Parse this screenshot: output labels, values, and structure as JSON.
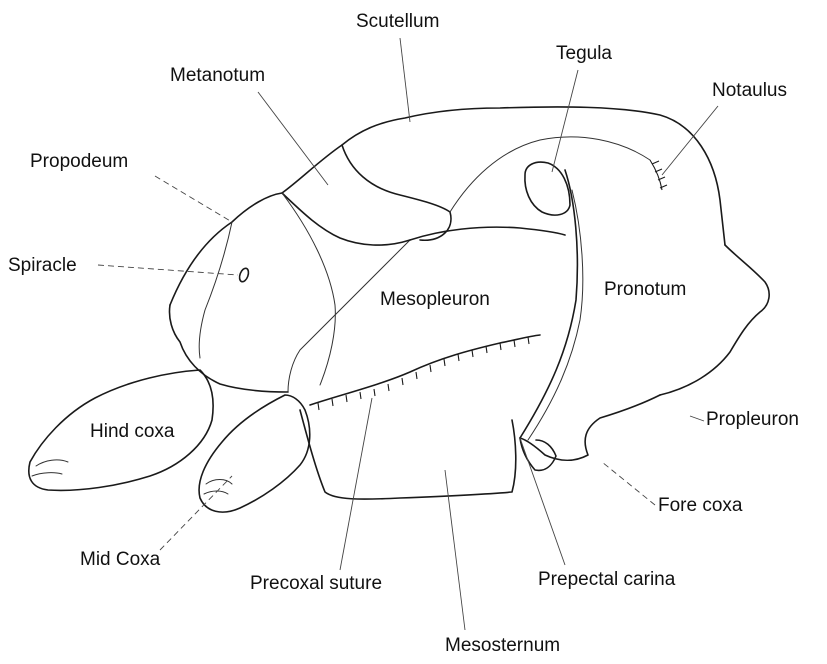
{
  "labels": {
    "scutellum": "Scutellum",
    "tegula": "Tegula",
    "metanotum": "Metanotum",
    "notaulus": "Notaulus",
    "propodeum": "Propodeum",
    "spiracle": "Spiracle",
    "mesopleuron": "Mesopleuron",
    "pronotum": "Pronotum",
    "hind_coxa": "Hind coxa",
    "propleuron": "Propleuron",
    "fore_coxa": "Fore coxa",
    "mid_coxa": "Mid Coxa",
    "precoxal_suture": "Precoxal suture",
    "prepectal_carina": "Prepectal carina",
    "mesosternum": "Mesosternum"
  }
}
